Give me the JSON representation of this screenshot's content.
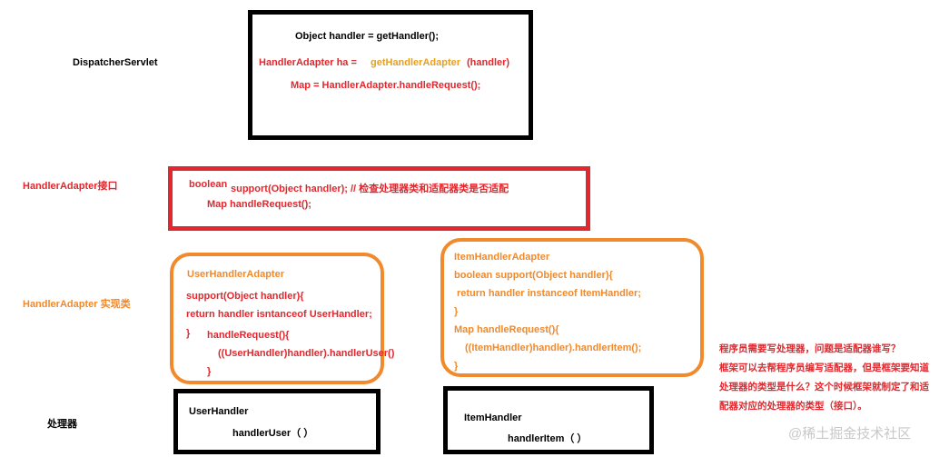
{
  "labels": {
    "dispatcher": "DispatcherServlet",
    "interface": "HandlerAdapter接口",
    "impl": "HandlerAdapter 实现类",
    "processor": "处理器"
  },
  "dispatcher_box": {
    "line1": "Object handler = getHandler();",
    "line2_a": "HandlerAdapter ha =",
    "line2_b": "getHandlerAdapter",
    "line2_c": "(handler)",
    "line3": "Map = HandlerAdapter.handleRequest();"
  },
  "interface_box": {
    "line1_kw": "boolean",
    "line1_rest": "support(Object handler); // 检查处理器类和适配器类是否适配",
    "line2": "Map handleRequest();"
  },
  "user_adapter": {
    "title": "UserHandlerAdapter",
    "line1": "support(Object handler){",
    "line2": "return handler isntanceof UserHandler;",
    "line3_brace": "}",
    "line3": "handleRequest(){",
    "line4": "((UserHandler)handler).handlerUser()",
    "line5": "}"
  },
  "item_adapter": {
    "title": "ItemHandlerAdapter",
    "line1": "boolean support(Object handler){",
    "line2": "return handler instanceof ItemHandler;",
    "line3": "}",
    "line4": "Map handleRequest(){",
    "line5": "((ItemHandler)handler).handlerItem();",
    "line6": "}"
  },
  "user_handler": {
    "title": "UserHandler",
    "method": "handlerUser（ ）"
  },
  "item_handler": {
    "title": "ItemHandler",
    "method": "handlerItem（ ）"
  },
  "note": {
    "line1": "程序员需要写处理器，问题是适配器谁写？",
    "line2": "框架可以去帮程序员编写适配器，但是框架要知道",
    "line3": "处理器的类型是什么？这个时候框架就制定了和适",
    "line4": "配器对应的处理器的类型（接口）。"
  },
  "watermark": "@稀土掘金技术社区",
  "colors": {
    "red": "#e0282e",
    "orange": "#f08a2c",
    "black": "#000000"
  }
}
